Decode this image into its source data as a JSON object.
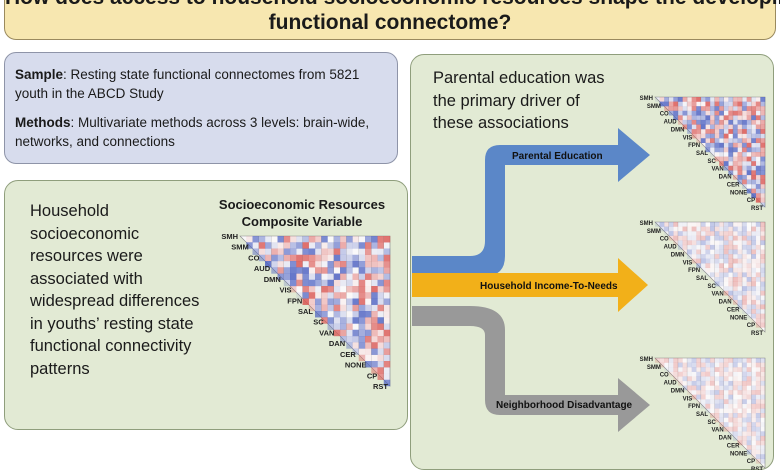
{
  "title": {
    "line1": "How does access to household socioeconomic resources shape the developing",
    "line2": "functional connectome?"
  },
  "sample": {
    "label": "Sample",
    "text": ": Resting state functional connectomes from 5821 youth in the ABCD Study"
  },
  "methods": {
    "label": "Methods",
    "text": ": Multivariate methods across 3 levels: brain-wide, networks, and connections"
  },
  "left_panel": {
    "lines": [
      "Household",
      "socioeconomic",
      "resources were",
      "associated with",
      "widespread differences",
      "in youths’ resting state",
      "functional connectivity",
      "patterns"
    ],
    "composite_line1": "Socioeconomic Resources",
    "composite_line2": "Composite Variable"
  },
  "right_panel": {
    "lines": [
      "Parental education was",
      "the primary driver of",
      "these associations"
    ]
  },
  "arrows": [
    {
      "label": "Parental Education",
      "color": "#5b87c8"
    },
    {
      "label": "Household Income-To-Needs",
      "color": "#f2b019"
    },
    {
      "label": "Neighborhood Disadvantage",
      "color": "#999999"
    }
  ],
  "network_labels": [
    "SMH",
    "SMM",
    "CO",
    "AUD",
    "DMN",
    "VIS",
    "FPN",
    "SAL",
    "SC",
    "VAN",
    "DAN",
    "CER",
    "NONE",
    "CP",
    "RST"
  ],
  "colors": {
    "title_bg": "#f7e7b0",
    "sample_bg": "#d7dced",
    "panel_bg": "#e2ead4",
    "positive": "#d9534f",
    "negative": "#4a5fc1"
  }
}
